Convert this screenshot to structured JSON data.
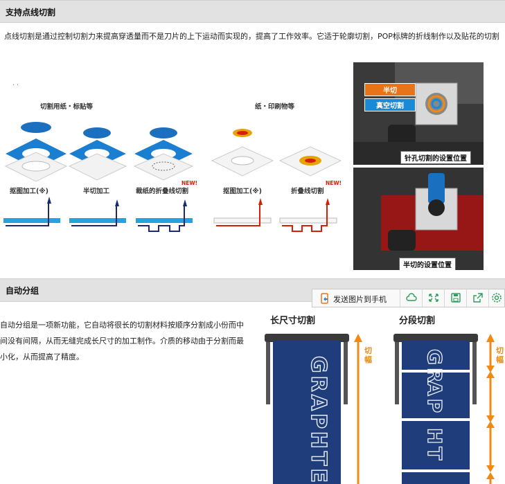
{
  "section1": {
    "title": "支持点线切割",
    "paragraph": "点线切割是通过控制切割力来提高穿透量而不是刀片的上下运动而实现的，提高了工作效率。它适于轮廓切割，POP标牌的折线制作以及贴花的切割"
  },
  "figure1": {
    "group_left_title": "切割用纸・标贴等",
    "group_right_title": "纸・印刷物等",
    "labels": [
      "抠图加工(※)",
      "半切加工",
      "裁纸的折叠线切割",
      "抠图加工(※)",
      "折叠线切割"
    ],
    "new_badge": "NEW!",
    "dots": "· ·",
    "colors": {
      "blue": "#1a6fbf",
      "red": "#d81e06",
      "navy": "#1a2a6e"
    }
  },
  "photos": {
    "top": {
      "badge_orange": "半切",
      "badge_blue": "真空切割",
      "caption": "针孔切割的设置位置"
    },
    "bottom": {
      "caption": "半切的设置位置"
    }
  },
  "section2": {
    "title": "自动分组",
    "paragraph": "自动分组是一项新功能，它自动将很长的切割材料按顺序分割成小份而中间没有间隔，从而无缝完成长尺寸的加工制作。介质的移动由于分割而最小化，从而提高了精度。"
  },
  "toolbar": {
    "send_label": "发送图片到手机",
    "icons": [
      "phone-send-icon",
      "cloud-icon",
      "fullscreen-icon",
      "save-icon",
      "share-icon",
      "settings-icon"
    ],
    "accent": "#2a9d5a"
  },
  "figure2": {
    "left_title": "长尺寸切割",
    "right_title": "分段切割",
    "vertical_label": "切幅",
    "banner_text": "GRAPHTEC",
    "banner_color": "#1f3d7a",
    "arrow_color": "#f08a14"
  }
}
